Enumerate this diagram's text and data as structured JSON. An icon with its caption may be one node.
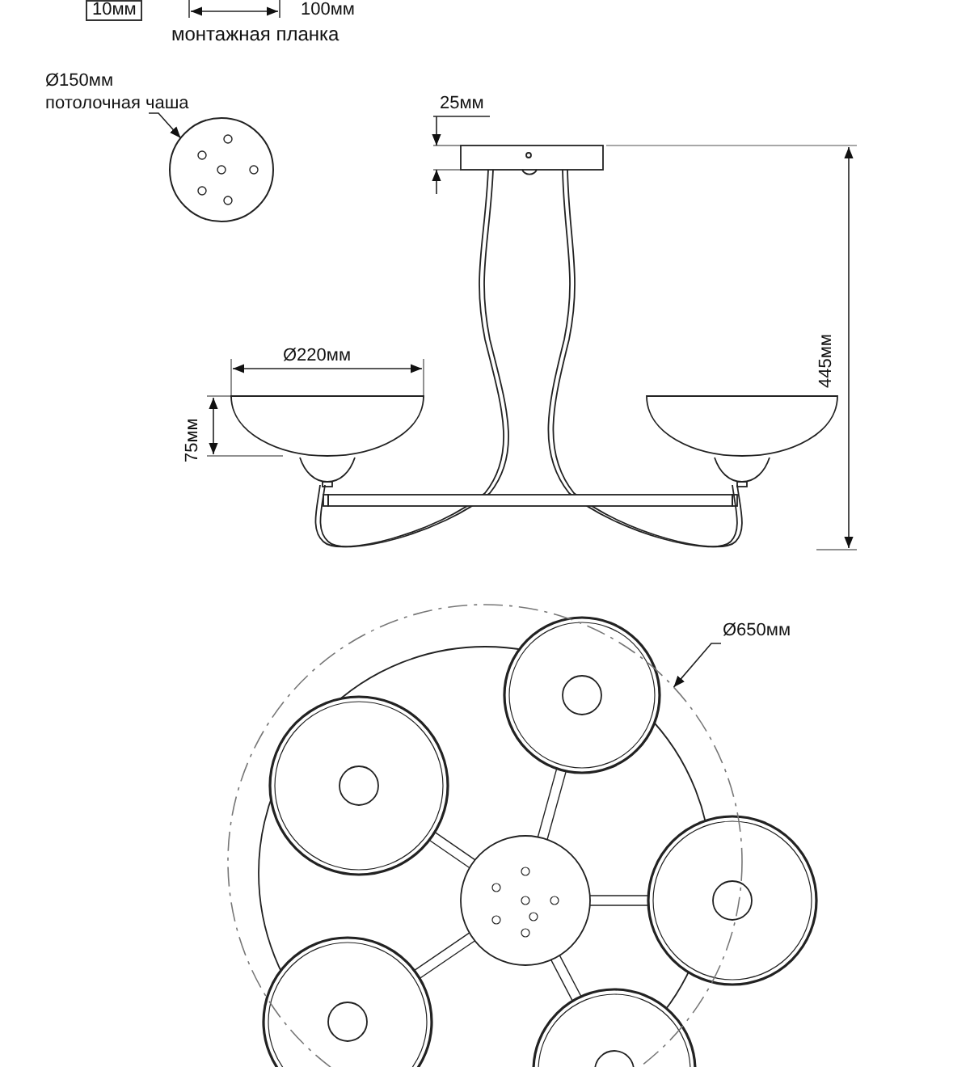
{
  "diagram": {
    "nodes": [
      {
        "text": [
          "Ø150мм",
          "потолочная чаша"
        ]
      },
      {
        "text": [],
        "shape": "circle"
      },
      {
        "text": [
          "Ø650мм"
        ]
      },
      {
        "text": [],
        "shape": "circle"
      }
    ],
    "edges": [
      {
        "from": 0,
        "to": 1,
        "arrow": "to"
      },
      {
        "from": 2,
        "to": 3,
        "arrow": "to"
      }
    ],
    "labels": [
      "10мм",
      "100мм",
      "монтажная планка",
      "25мм",
      "Ø220мм",
      "75мм",
      "445мм"
    ]
  }
}
